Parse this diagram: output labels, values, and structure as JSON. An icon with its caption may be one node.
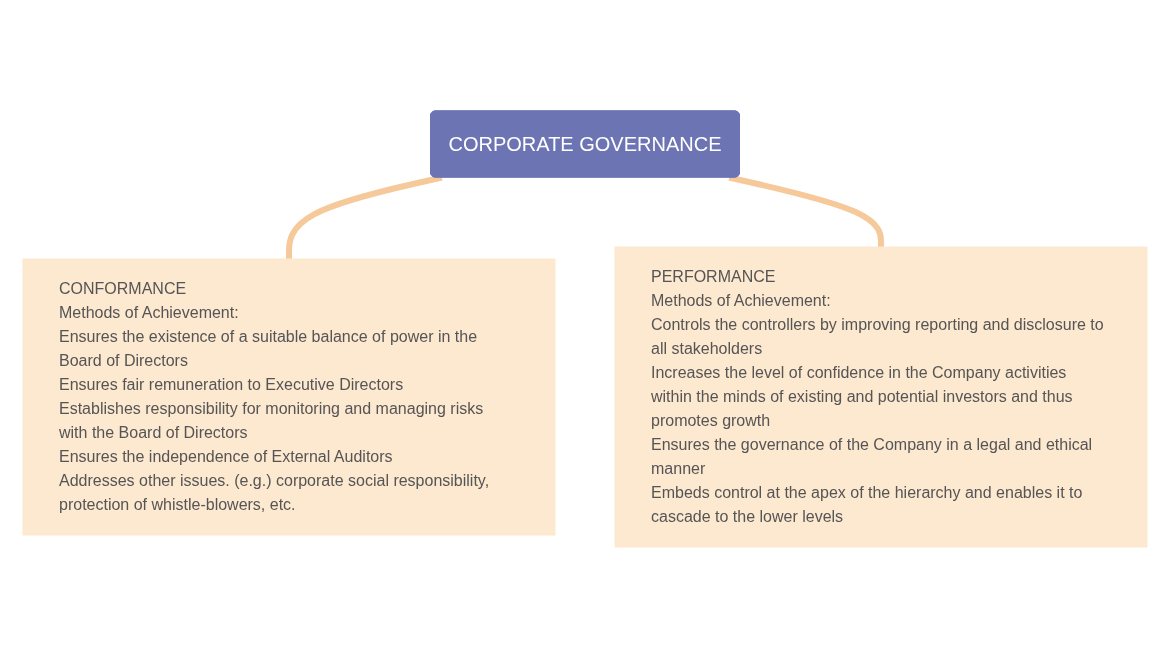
{
  "diagram": {
    "nodes": [
      {
        "text": [
          "CORPORATE GOVERNANCE"
        ]
      },
      {
        "text": [
          "CONFORMANCE",
          "Methods of Achievement:",
          "Ensures the existence of a suitable balance of power in the Board of Directors",
          "Ensures fair remuneration to Executive Directors",
          "Establishes responsibility for monitoring and managing risks with the Board of Directors",
          "Ensures the independence of External Auditors",
          "Addresses other issues. (e.g.) corporate social responsibility, protection of whistle-blowers, etc."
        ]
      },
      {
        "text": [
          "PERFORMANCE",
          "Methods of Achievement:",
          "Controls the controllers by improving reporting and disclosure to all stakeholders",
          "Increases the level of confidence in the Company activities within the minds of existing and potential investors and thus promotes growth",
          "Ensures the governance of the Company in a legal and ethical manner",
          "Embeds control at the apex of the hierarchy and enables it to cascade to the lower levels"
        ]
      }
    ],
    "edges": [
      {
        "from": 0,
        "to": 1,
        "arrow": "none"
      },
      {
        "from": 0,
        "to": 2,
        "arrow": "none"
      }
    ]
  }
}
